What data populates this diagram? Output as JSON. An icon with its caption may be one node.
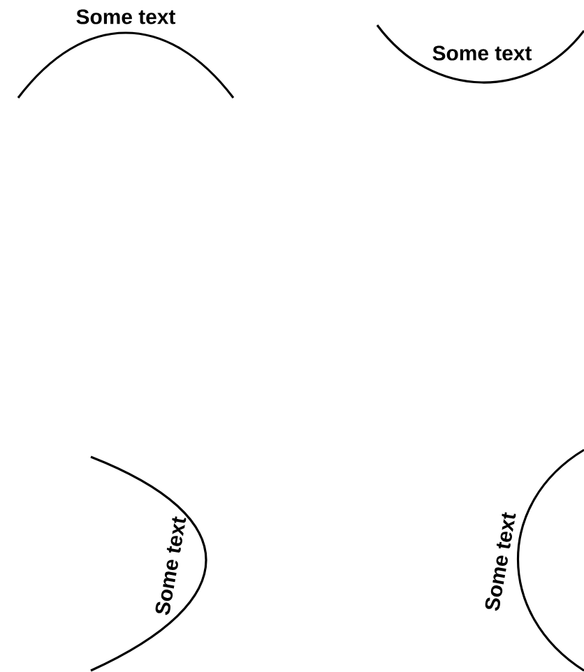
{
  "diagram": {
    "labels": [
      "Some text",
      "Some text",
      "Some text",
      "Some text"
    ]
  }
}
